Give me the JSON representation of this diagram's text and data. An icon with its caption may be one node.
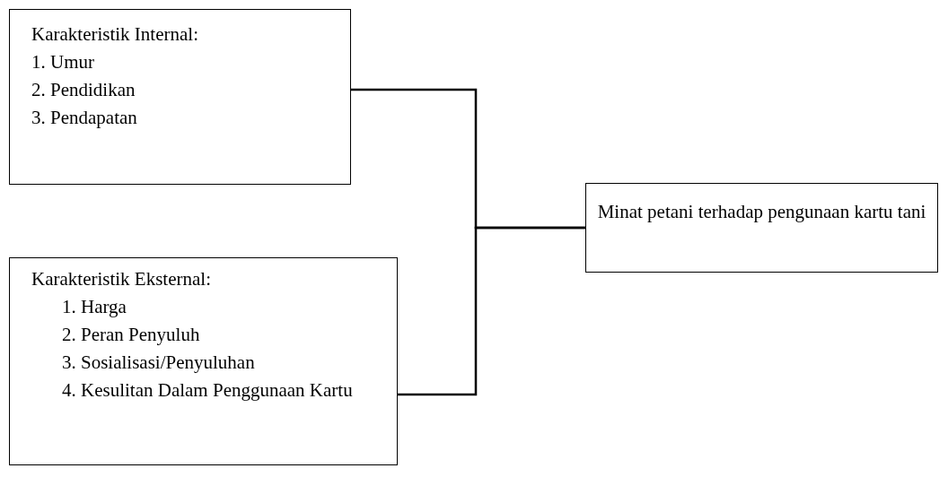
{
  "diagram": {
    "nodes": [
      {
        "text": [
          "Karakteristik Internal:",
          "1. Umur",
          "2. Pendidikan",
          "3. Pendapatan"
        ]
      },
      {
        "text": [
          "Karakteristik Eksternal:",
          "1. Harga",
          "2. Peran Penyuluh",
          "3. Sosialisasi/Penyuluhan",
          "4. Kesulitan Dalam Penggunaan Kartu"
        ]
      },
      {
        "text": [
          "Minat petani terhadap pengunaan kartu tani"
        ]
      }
    ],
    "edges": [
      {
        "from": 0,
        "to": 2,
        "arrow": "none"
      },
      {
        "from": 1,
        "to": 2,
        "arrow": "none"
      }
    ]
  }
}
